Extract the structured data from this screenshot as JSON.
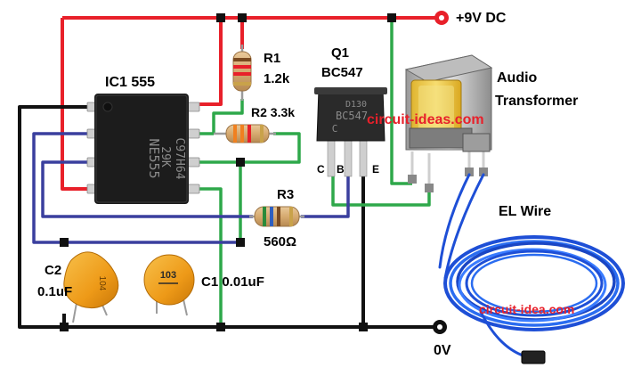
{
  "labels": {
    "ic1": "IC1 555",
    "r1_name": "R1",
    "r1_value": "1.2k",
    "q1_name": "Q1",
    "q1_type": "BC547",
    "r2": "R2 3.3k",
    "r3_name": "R3",
    "r3_value": "560Ω",
    "c2_name": "C2",
    "c2_value": "0.1uF",
    "c1": "C1 0.01uF",
    "supply": "+9V DC",
    "ground": "0V",
    "transformer_line1": "Audio",
    "transformer_line2": "Transformer",
    "el_wire": "EL Wire",
    "pin_c": "C",
    "pin_b": "B",
    "pin_e": "E"
  },
  "watermarks": {
    "top": "circuit-ideas.com",
    "bottom": "circuit-idea.com"
  },
  "chip_markings": {
    "ic_line1": "NE555",
    "ic_line2": "29K",
    "ic_line3": "C97H64",
    "q_line1": "D130",
    "q_line2": "BC547",
    "q_line3": "C",
    "c2_code": "104",
    "c1_code": "103"
  },
  "colors": {
    "supply_wire": "#e8202a",
    "ground_wire": "#111111",
    "signal_wire_green": "#2ea84a",
    "signal_wire_blue": "#3a3f9e",
    "ic_body": "#1c1c1c",
    "transistor_body": "#2a2a2a",
    "capacitor_body": "#f0a020",
    "el_wire": "#1e4fd6"
  }
}
